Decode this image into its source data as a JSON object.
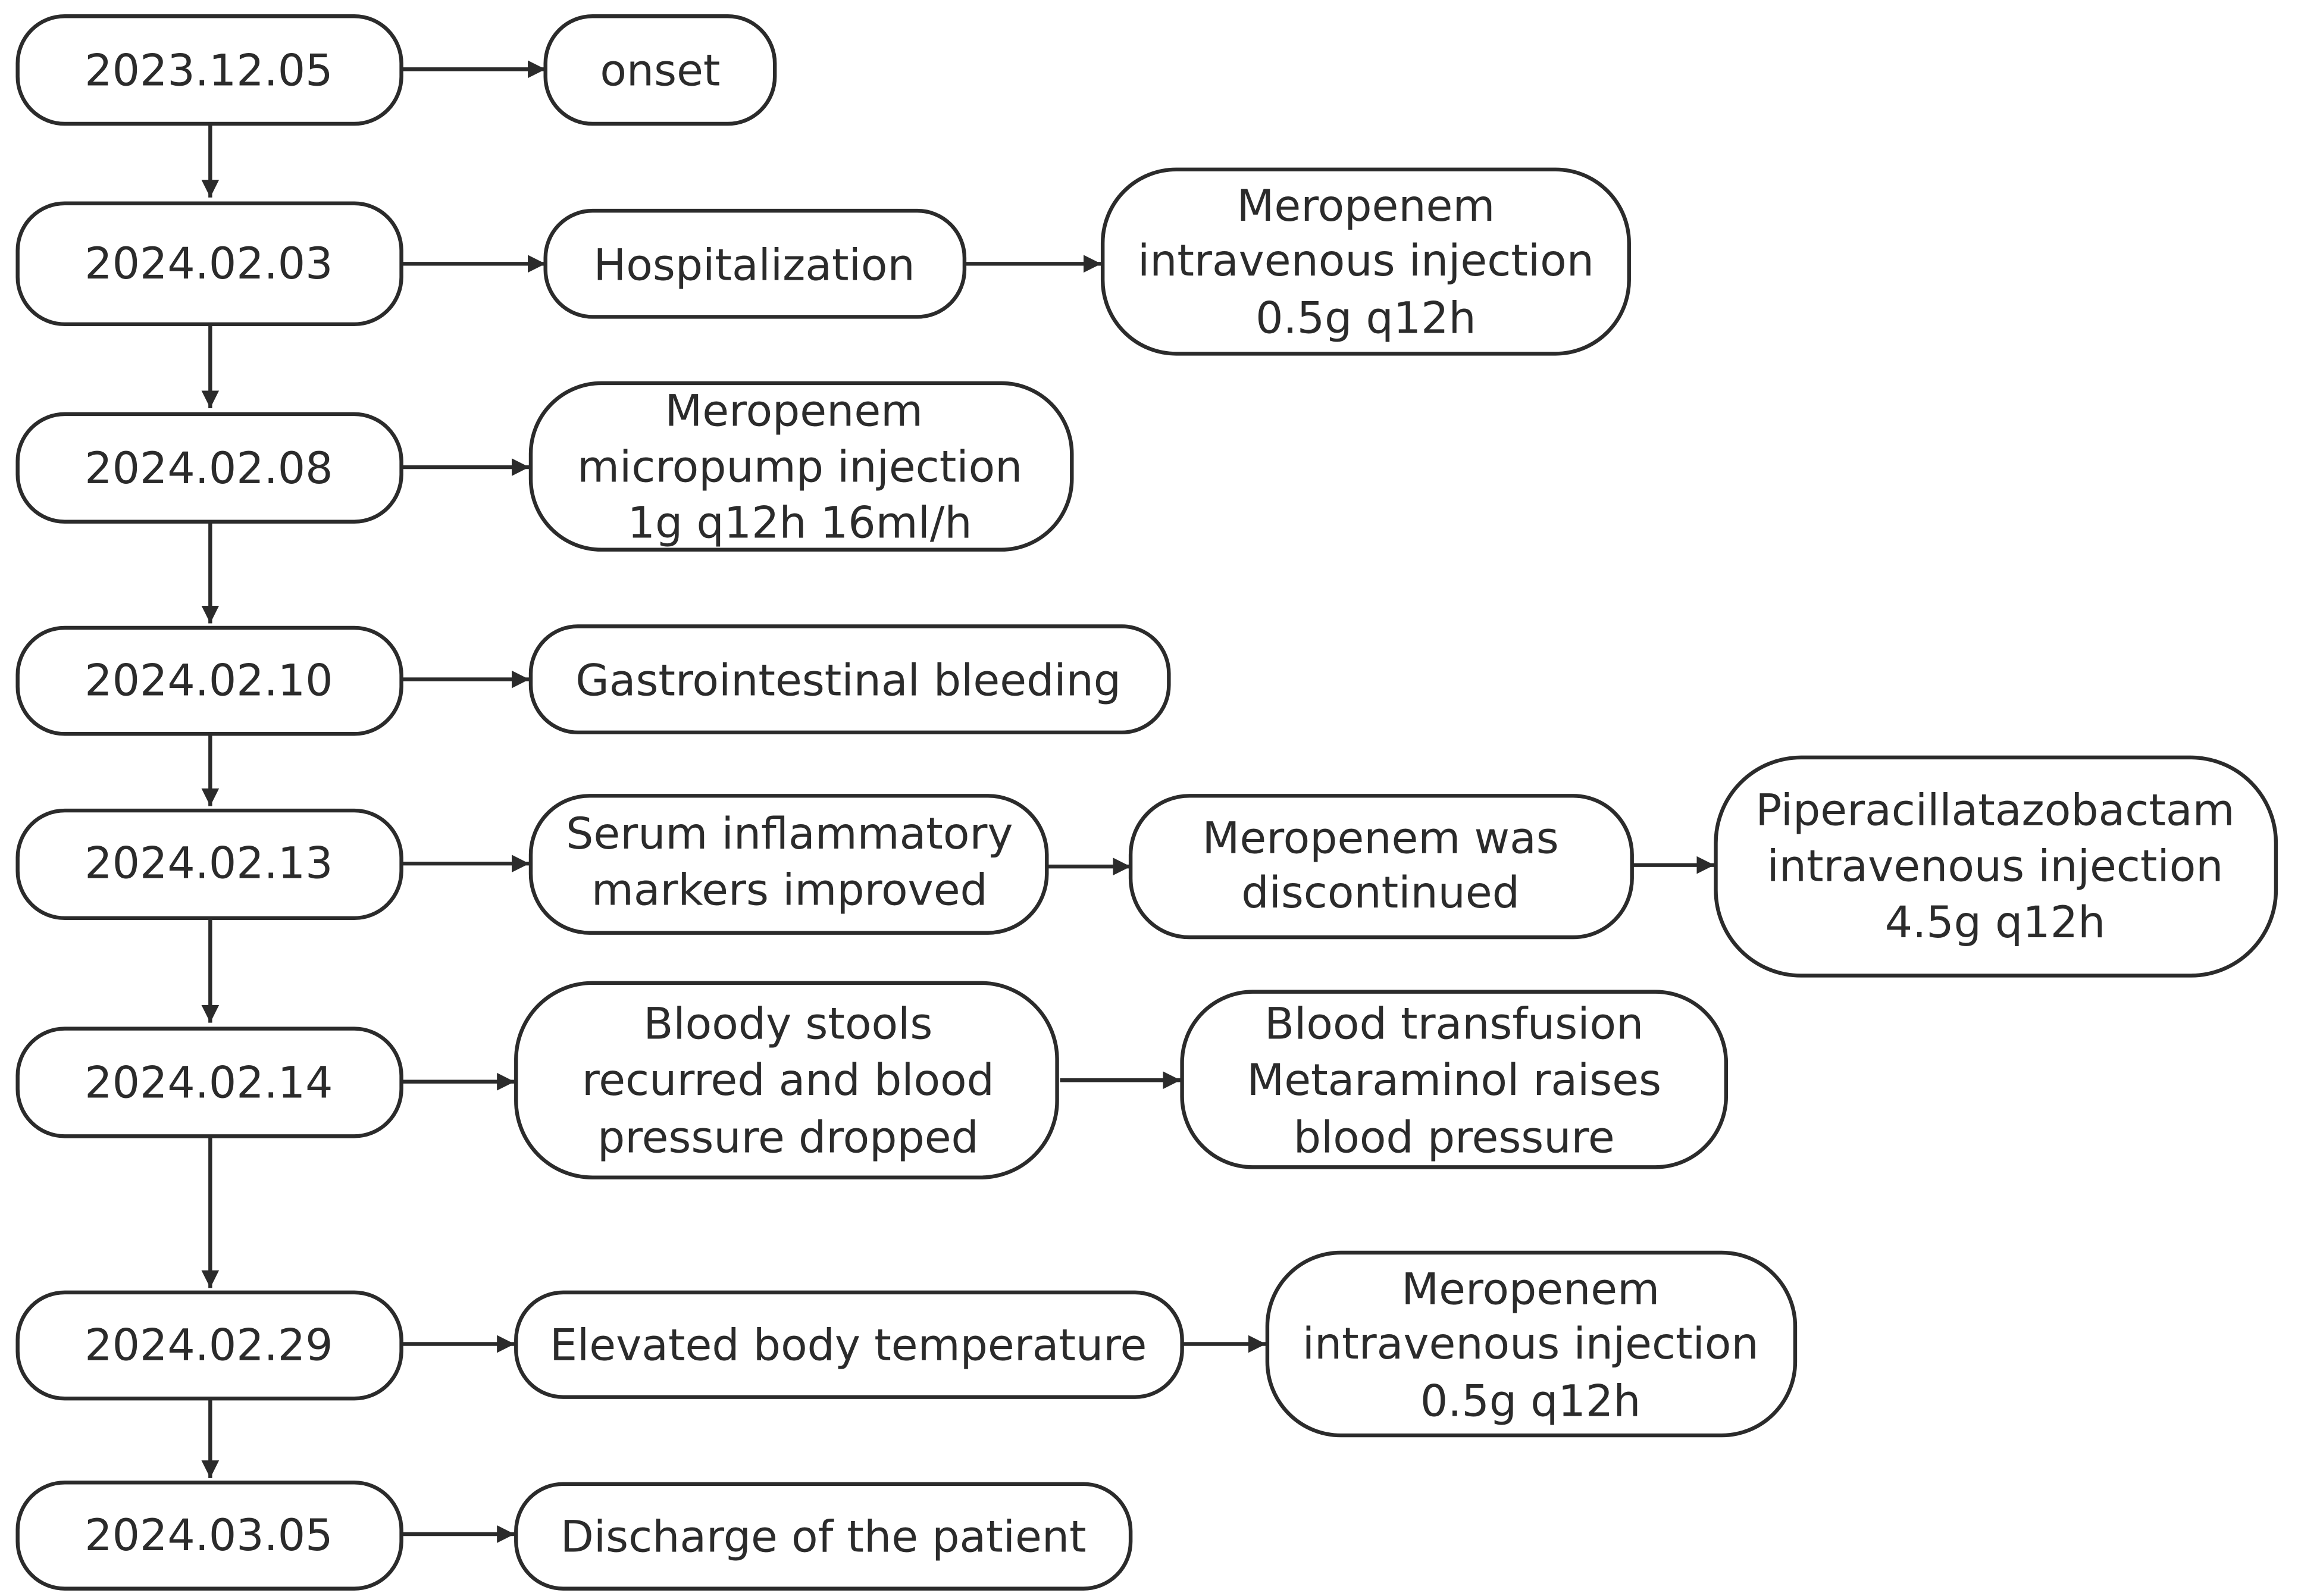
{
  "timeline": {
    "dates": [
      "2023.12.05",
      "2024.02.03",
      "2024.02.08",
      "2024.02.10",
      "2024.02.13",
      "2024.02.14",
      "2024.02.29",
      "2024.03.05"
    ],
    "events": {
      "onset": {
        "lines": [
          "onset"
        ]
      },
      "hospitalization": {
        "lines": [
          "Hospitalization"
        ]
      },
      "meropenem_iv_1": {
        "lines": [
          "Meropenem",
          "intravenous injection",
          "0.5g q12h"
        ]
      },
      "meropenem_micropump": {
        "lines": [
          "Meropenem",
          "micropump injection",
          "1g q12h 16ml/h"
        ]
      },
      "gi_bleeding": {
        "lines": [
          "Gastrointestinal bleeding"
        ]
      },
      "markers_improved": {
        "lines": [
          "Serum inflammatory",
          "markers improved"
        ]
      },
      "meropenem_discontinued": {
        "lines": [
          "Meropenem was",
          "discontinued"
        ]
      },
      "piperacillin": {
        "lines": [
          "Piperacillatazobactam",
          "intravenous injection",
          "4.5g q12h"
        ]
      },
      "bloody_stools": {
        "lines": [
          "Bloody stools",
          "recurred and blood",
          "pressure dropped"
        ]
      },
      "transfusion": {
        "lines": [
          "Blood transfusion",
          "Metaraminol raises",
          "blood pressure"
        ]
      },
      "elevated_temp": {
        "lines": [
          "Elevated body temperature"
        ]
      },
      "meropenem_iv_2": {
        "lines": [
          "Meropenem",
          "intravenous injection",
          "0.5g q12h"
        ]
      },
      "discharge": {
        "lines": [
          "Discharge of the patient"
        ]
      }
    }
  }
}
